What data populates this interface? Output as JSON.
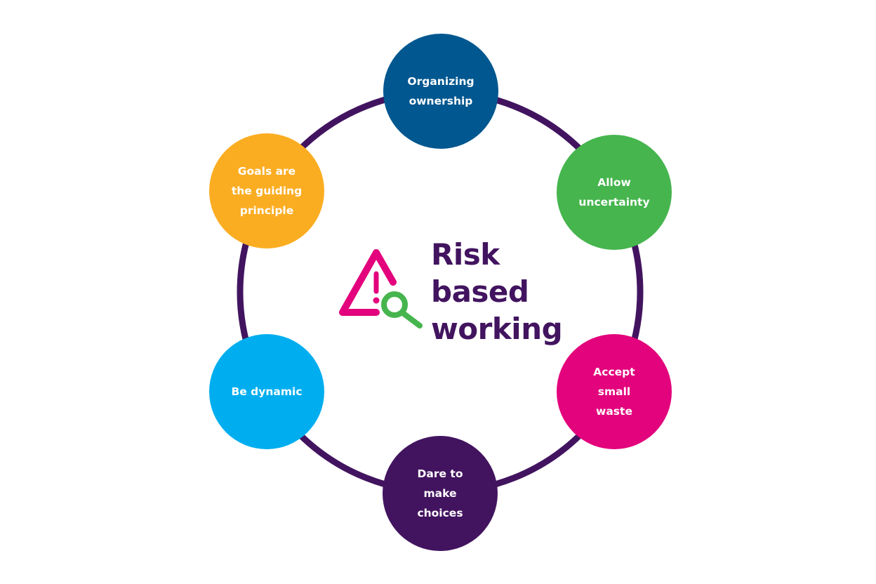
{
  "title": "Risk\nbased\nworking",
  "center_icon": "warning-magnifier-icon",
  "colors": {
    "ring": "#42145f",
    "title": "#42145f",
    "icon_triangle": "#e3037c",
    "icon_magnifier": "#46b54e"
  },
  "nodes": [
    {
      "label": "Organizing\nownership",
      "color": "#01578f"
    },
    {
      "label": "Allow\nuncertainty",
      "color": "#46b54e"
    },
    {
      "label": "Accept\nsmall\nwaste",
      "color": "#e3037c"
    },
    {
      "label": "Dare to\nmake\nchoices",
      "color": "#42145f"
    },
    {
      "label": "Be dynamic",
      "color": "#00aeef"
    },
    {
      "label": "Goals are\nthe guiding\nprinciple",
      "color": "#fbad22"
    }
  ]
}
